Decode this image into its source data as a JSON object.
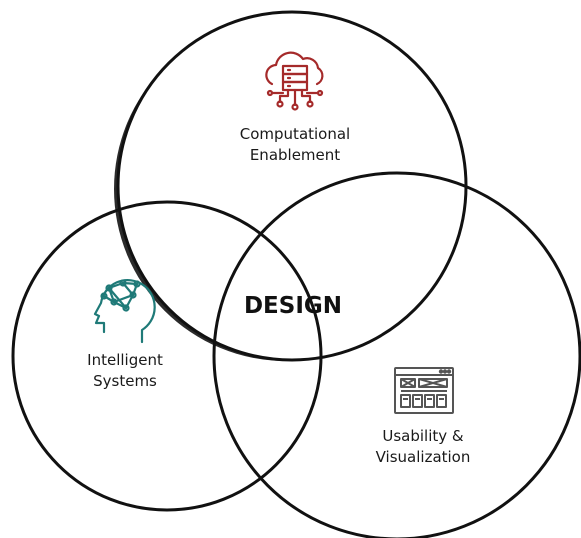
{
  "diagram": {
    "center_label": "DESIGN",
    "circles": [
      {
        "id": "computational",
        "label_line1": "Computational",
        "label_line2": "Enablement",
        "icon": "cloud-server-icon",
        "icon_color": "#a52a2a"
      },
      {
        "id": "intelligent",
        "label_line1": "Intelligent",
        "label_line2": "Systems",
        "icon": "brain-head-icon",
        "icon_color": "#1f7a78"
      },
      {
        "id": "usability",
        "label_line1": "Usability &",
        "label_line2": "Visualization",
        "icon": "wireframe-layout-icon",
        "icon_color": "#555555"
      }
    ],
    "stroke_color": "#111111"
  }
}
